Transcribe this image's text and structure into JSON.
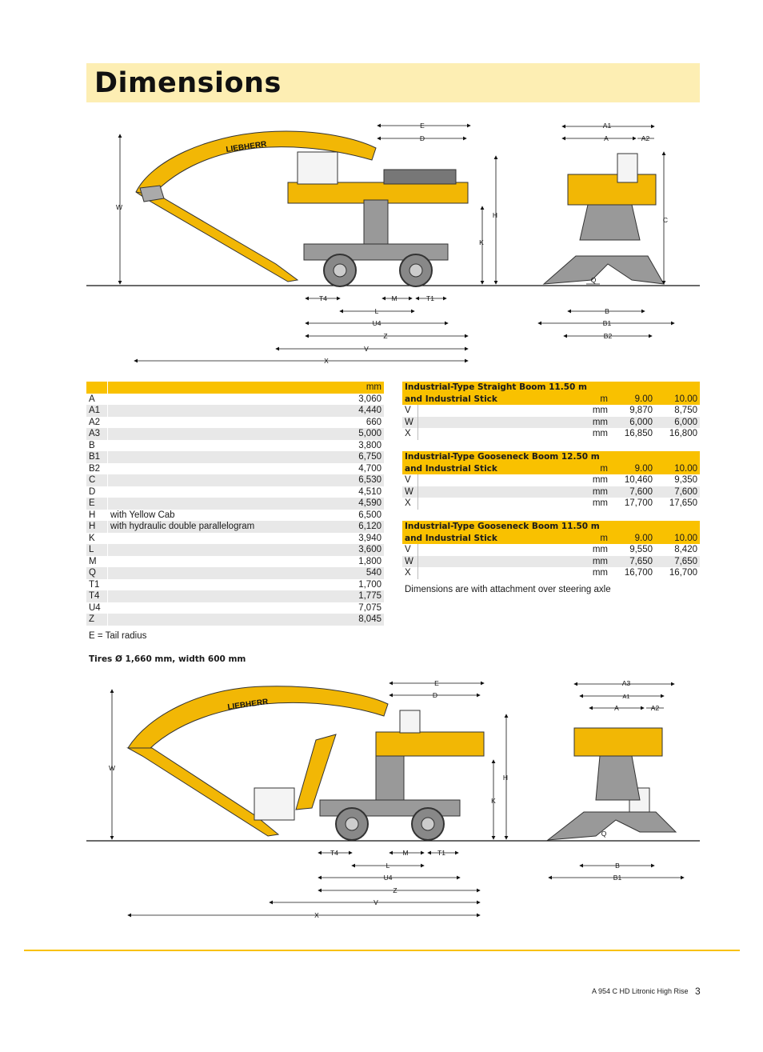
{
  "page": {
    "title": "Dimensions",
    "footer_model": "A 954 C HD Litronic High Rise",
    "page_number": "3"
  },
  "drawing1": {
    "brand": "LIEBHERR",
    "labels": {
      "E": "E",
      "D": "D",
      "W": "W",
      "H": "H",
      "K": "K",
      "T4": "T4",
      "M": "M",
      "T1": "T1",
      "L": "L",
      "U4": "U4",
      "Z": "Z",
      "V": "V",
      "X": "X",
      "A1": "A1",
      "A": "A",
      "A2": "A2",
      "C": "C",
      "Q": "Q",
      "B": "B",
      "B1": "B1",
      "B2": "B2"
    }
  },
  "drawing2": {
    "brand": "LIEBHERR",
    "labels": {
      "E": "E",
      "D": "D",
      "W": "W",
      "H": "H",
      "K": "K",
      "T4": "T4",
      "M": "M",
      "T1": "T1",
      "L": "L",
      "U4": "U4",
      "Z": "Z",
      "V": "V",
      "X": "X",
      "A3": "A3",
      "A1": "A1",
      "A": "A",
      "A2": "A2",
      "Q": "Q",
      "B": "B",
      "B1": "B1"
    }
  },
  "main_table": {
    "unit": "mm",
    "rows": [
      {
        "key": "A",
        "desc": "",
        "value": "3,060"
      },
      {
        "key": "A1",
        "desc": "",
        "value": "4,440"
      },
      {
        "key": "A2",
        "desc": "",
        "value": "660"
      },
      {
        "key": "A3",
        "desc": "",
        "value": "5,000"
      },
      {
        "key": "B",
        "desc": "",
        "value": "3,800"
      },
      {
        "key": "B1",
        "desc": "",
        "value": "6,750"
      },
      {
        "key": "B2",
        "desc": "",
        "value": "4,700"
      },
      {
        "key": "C",
        "desc": "",
        "value": "6,530"
      },
      {
        "key": "D",
        "desc": "",
        "value": "4,510"
      },
      {
        "key": "E",
        "desc": "",
        "value": "4,590"
      },
      {
        "key": "H",
        "desc": "with Yellow Cab",
        "value": "6,500"
      },
      {
        "key": "H",
        "desc": "with hydraulic double parallelogram",
        "value": "6,120"
      },
      {
        "key": "K",
        "desc": "",
        "value": "3,940"
      },
      {
        "key": "L",
        "desc": "",
        "value": "3,600"
      },
      {
        "key": "M",
        "desc": "",
        "value": "1,800"
      },
      {
        "key": "Q",
        "desc": "",
        "value": "540"
      },
      {
        "key": "T1",
        "desc": "",
        "value": "1,700"
      },
      {
        "key": "T4",
        "desc": "",
        "value": "1,775"
      },
      {
        "key": "U4",
        "desc": "",
        "value": "7,075"
      },
      {
        "key": "Z",
        "desc": "",
        "value": "8,045"
      }
    ],
    "note": "E = Tail radius"
  },
  "tires": "Tires Ø 1,660 mm, width 600 mm",
  "boom_tables": [
    {
      "title1": "Industrial-Type Straight Boom 11.50 m",
      "title2": "and Industrial Stick",
      "unit": "m",
      "cols": [
        "9.00",
        "10.00"
      ],
      "rows": [
        {
          "key": "V",
          "unit": "mm",
          "a": "9,870",
          "b": "8,750"
        },
        {
          "key": "W",
          "unit": "mm",
          "a": "6,000",
          "b": "6,000"
        },
        {
          "key": "X",
          "unit": "mm",
          "a": "16,850",
          "b": "16,800"
        }
      ]
    },
    {
      "title1": "Industrial-Type Gooseneck Boom 12.50 m",
      "title2": "and Industrial Stick",
      "unit": "m",
      "cols": [
        "9.00",
        "10.00"
      ],
      "rows": [
        {
          "key": "V",
          "unit": "mm",
          "a": "10,460",
          "b": "9,350"
        },
        {
          "key": "W",
          "unit": "mm",
          "a": "7,600",
          "b": "7,600"
        },
        {
          "key": "X",
          "unit": "mm",
          "a": "17,700",
          "b": "17,650"
        }
      ]
    },
    {
      "title1": "Industrial-Type Gooseneck Boom 11.50 m",
      "title2": "and Industrial Stick",
      "unit": "m",
      "cols": [
        "9.00",
        "10.00"
      ],
      "rows": [
        {
          "key": "V",
          "unit": "mm",
          "a": "9,550",
          "b": "8,420"
        },
        {
          "key": "W",
          "unit": "mm",
          "a": "7,650",
          "b": "7,650"
        },
        {
          "key": "X",
          "unit": "mm",
          "a": "16,700",
          "b": "16,700"
        }
      ]
    }
  ],
  "boom_note": "Dimensions are with attachment over steering axle",
  "colors": {
    "accent": "#f9c100",
    "title_bg": "#fdeeb3",
    "machine": "#f2b705",
    "steel": "#9a9a9a"
  }
}
